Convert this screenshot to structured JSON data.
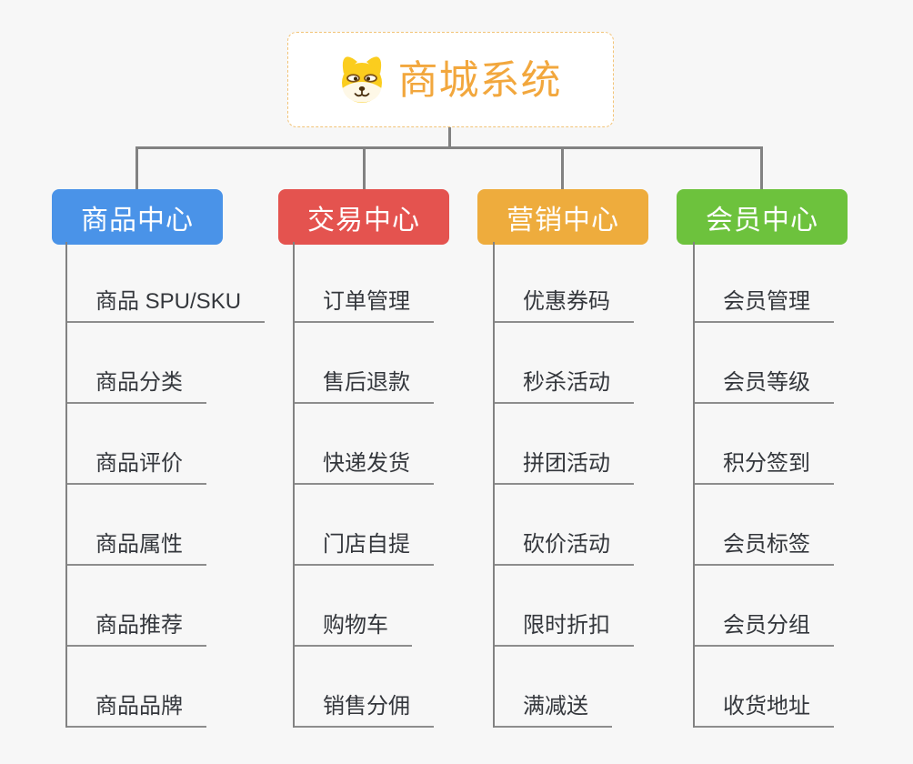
{
  "canvas": {
    "background": "#F7F7F7",
    "connector_color": "#828282"
  },
  "root": {
    "title": "商城系统",
    "icon": "shiba-dog-icon",
    "title_color": "#F2A73D",
    "border_color": "#F2C377"
  },
  "branches": [
    {
      "label": "商品中心",
      "color": "#4A93E8",
      "items": [
        "商品 SPU/SKU",
        "商品分类",
        "商品评价",
        "商品属性",
        "商品推荐",
        "商品品牌"
      ]
    },
    {
      "label": "交易中心",
      "color": "#E4534F",
      "items": [
        "订单管理",
        "售后退款",
        "快递发货",
        "门店自提",
        "购物车",
        "销售分佣"
      ]
    },
    {
      "label": "营销中心",
      "color": "#EEAC3D",
      "items": [
        "优惠券码",
        "秒杀活动",
        "拼团活动",
        "砍价活动",
        "限时折扣",
        "满减送"
      ]
    },
    {
      "label": "会员中心",
      "color": "#6DC23D",
      "items": [
        "会员管理",
        "会员等级",
        "积分签到",
        "会员标签",
        "会员分组",
        "收货地址"
      ]
    }
  ]
}
